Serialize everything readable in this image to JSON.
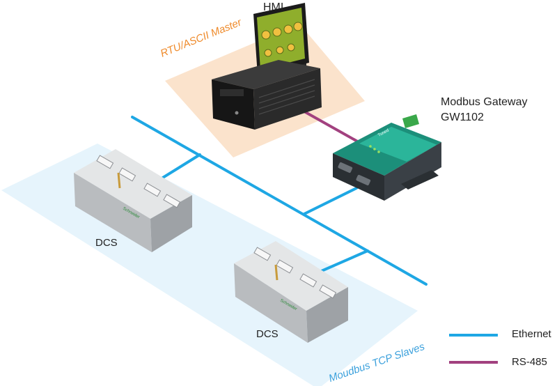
{
  "labels": {
    "hmi": "HMI",
    "gateway_line1": "Modbus Gateway",
    "gateway_line2": "GW1102",
    "dcs_1": "DCS",
    "dcs_2": "DCS",
    "master_zone": "RTU/ASCII Master",
    "slaves_zone": "Moudbus TCP Slaves"
  },
  "device_markings": {
    "dcs_brand": "Schneider",
    "gateway_brand": "Tuned"
  },
  "legend": [
    {
      "label": "Ethernet",
      "color": "#1ea7e4"
    },
    {
      "label": "RS-485",
      "color": "#a2417f"
    }
  ],
  "colors": {
    "ethernet": "#1ea7e4",
    "rs485": "#a2417f",
    "master_zone_fill": "#fbe3cc",
    "slaves_zone_fill": "#e6f4fc",
    "master_text": "#ef8b2c",
    "slaves_text": "#3aa0dc",
    "gateway_accent": "#2bb59a"
  }
}
